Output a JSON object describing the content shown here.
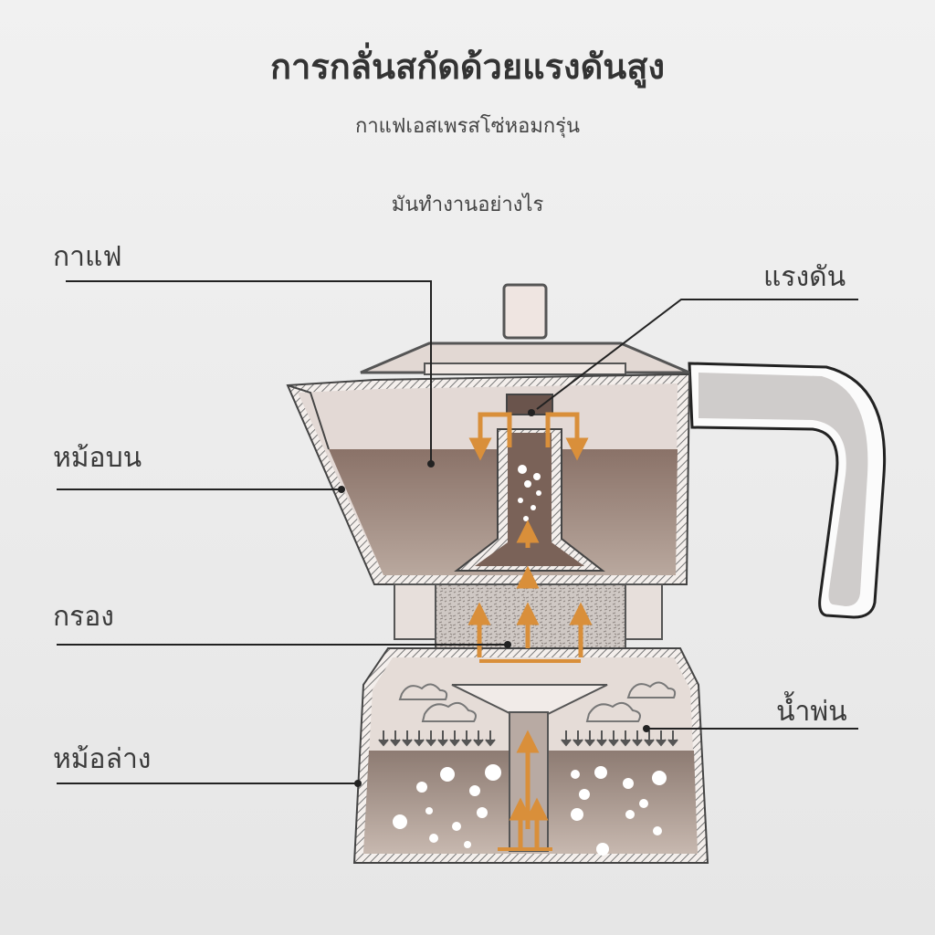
{
  "header": {
    "title": "การกลั่นสกัดด้วยแรงดันสูง",
    "subtitle": "กาแฟเอสเพรสโซ่หอมกรุ่น",
    "how_it_works": "มันทำงานอย่างไร"
  },
  "labels": {
    "coffee": "กาแฟ",
    "upper_chamber": "หม้อบน",
    "filter": "กรอง",
    "lower_chamber": "หม้อล่าง",
    "pressure": "แรงดัน",
    "water_jet": "น้ำพ่น"
  },
  "colors": {
    "arrow": "#d98f3a",
    "outline": "#555555",
    "coffee_top": "#8a7268",
    "coffee_bottom": "#b7a69c",
    "body": "#d9cec8",
    "handle": "#cfcccb"
  }
}
